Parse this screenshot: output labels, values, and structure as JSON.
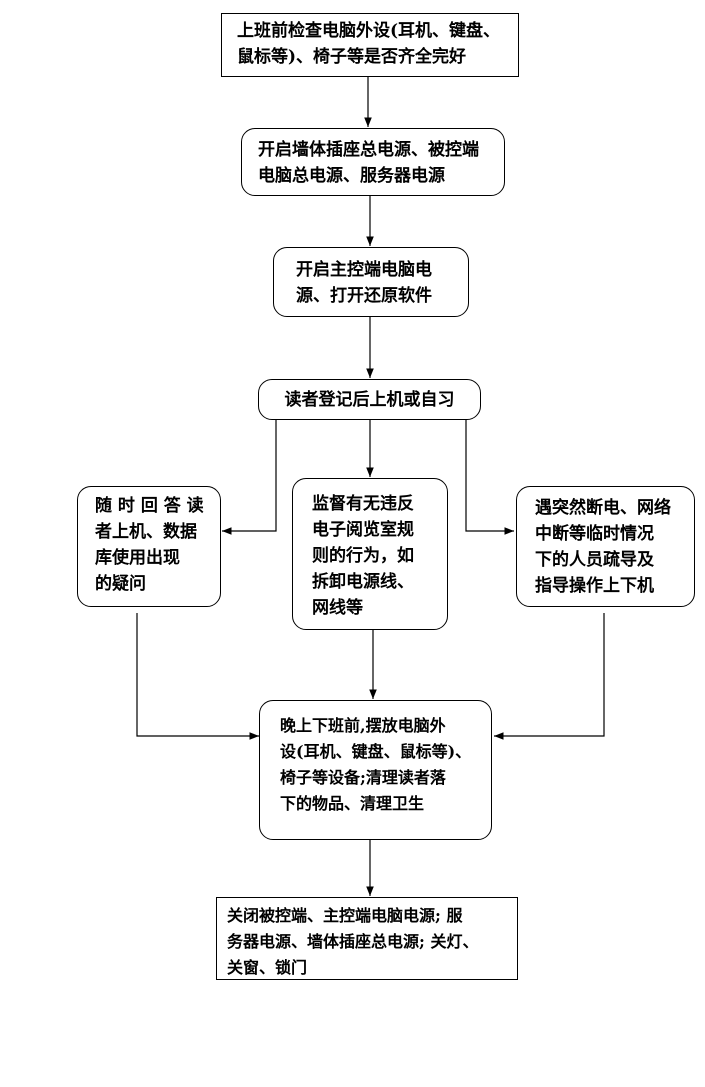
{
  "diagram": {
    "nodes": [
      {
        "id": "check",
        "lines": [
          "上班前检查电脑外设(耳机、键盘、",
          "鼠标等)、椅子等是否齐全完好"
        ]
      },
      {
        "id": "power_on",
        "lines": [
          "开启墙体插座总电源、被控端",
          "电脑总电源、服务器电源"
        ]
      },
      {
        "id": "main_pc",
        "lines": [
          "开启主控端电脑电",
          "源、打开还原软件"
        ]
      },
      {
        "id": "register",
        "lines": [
          "读者登记后上机或自习"
        ]
      },
      {
        "id": "answer",
        "lines": [
          "随 时 回 答 读",
          "者上机、数据",
          "库使用出现",
          "的疑问"
        ]
      },
      {
        "id": "supervise",
        "lines": [
          "监督有无违反",
          "电子阅览室规",
          "则的行为，如",
          "拆卸电源线、",
          "网线等"
        ]
      },
      {
        "id": "outage",
        "lines": [
          "遇突然断电、网络",
          "中断等临时情况",
          "下的人员疏导及",
          "指导操作上下机"
        ]
      },
      {
        "id": "evening",
        "lines": [
          "晚上下班前,摆放电脑外",
          "设(耳机、键盘、鼠标等)、",
          "椅子等设备;清理读者落",
          "下的物品、清理卫生"
        ]
      },
      {
        "id": "shutdown",
        "lines": [
          "关闭被控端、主控端电脑电源; 服",
          "务器电源、墙体插座总电源; 关灯、",
          "关窗、锁门"
        ]
      }
    ]
  }
}
